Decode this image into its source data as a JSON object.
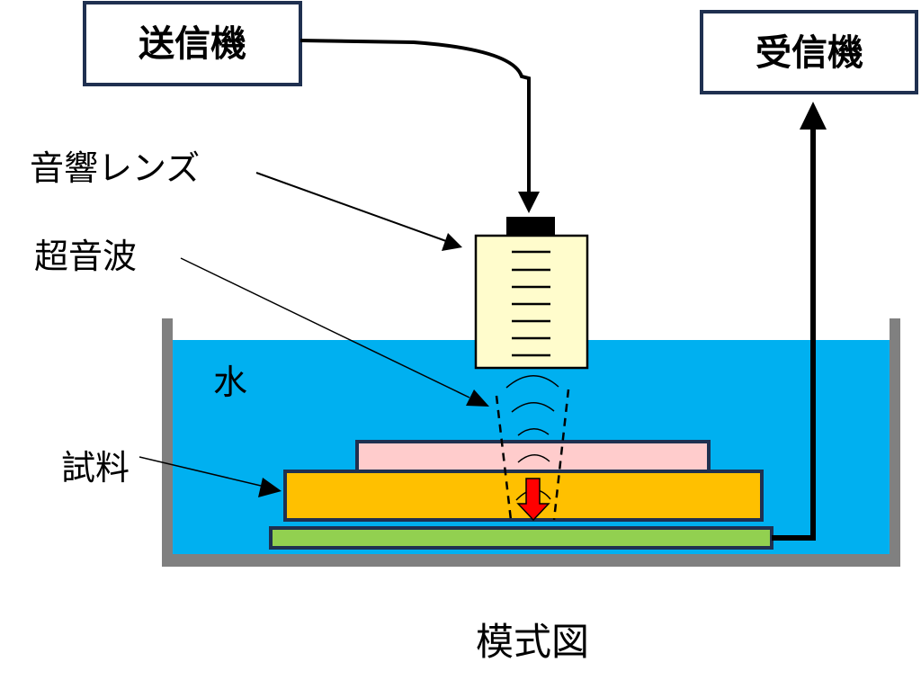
{
  "diagram": {
    "transmitter": {
      "label": "送信機"
    },
    "receiver": {
      "label": "受信機"
    },
    "labels": {
      "acoustic_lens": "音響レンズ",
      "ultrasound": "超音波",
      "water": "水",
      "sample": "試料"
    },
    "caption": "模式図",
    "colors": {
      "water": "#00b0f0",
      "tank": "#808080",
      "lens_body": "#fffccc",
      "top_layer": "#ffcccc",
      "middle_layer": "#ffc000",
      "bottom_layer": "#92d050",
      "box_border": "#1f3050",
      "arrow_red": "#ff0000"
    }
  }
}
